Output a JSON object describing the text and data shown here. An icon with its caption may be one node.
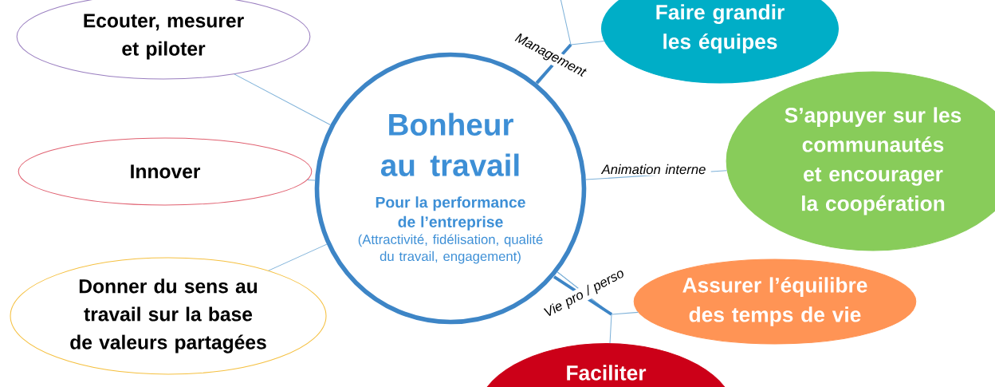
{
  "diagram": {
    "nodes": [
      {
        "text": [
          "Bonheur au travail",
          "Pour la performance de l’entreprise",
          "(Attractivité, fidélisation, qualité du travail, engagement)"
        ]
      },
      {
        "text": [
          "Ecouter, mesurer et piloter"
        ]
      },
      {
        "text": [
          "Innover"
        ]
      },
      {
        "text": [
          "Donner du sens au travail sur la base de valeurs partagées"
        ]
      },
      {
        "text": [
          "Faire grandir les équipes"
        ]
      },
      {
        "text": [
          "S’appuyer sur les communautés et encourager la coopération"
        ]
      },
      {
        "text": [
          "Assurer l’équilibre des temps de vie"
        ]
      },
      {
        "text": [
          "Faciliter"
        ]
      }
    ],
    "edges": [
      {
        "from": 0,
        "to": 1,
        "arrow": "none"
      },
      {
        "from": 0,
        "to": 2,
        "arrow": "none"
      },
      {
        "from": 0,
        "to": 3,
        "arrow": "none"
      },
      {
        "from": 0,
        "to": 4,
        "arrow": "none",
        "label": "Management"
      },
      {
        "from": 0,
        "to": null,
        "arrow": "none"
      },
      {
        "from": 0,
        "to": 5,
        "arrow": "none",
        "label": "Animation interne"
      },
      {
        "from": 0,
        "to": 6,
        "arrow": "none",
        "label": "Vie pro / perso"
      },
      {
        "from": 0,
        "to": 7,
        "arrow": "none"
      }
    ]
  }
}
